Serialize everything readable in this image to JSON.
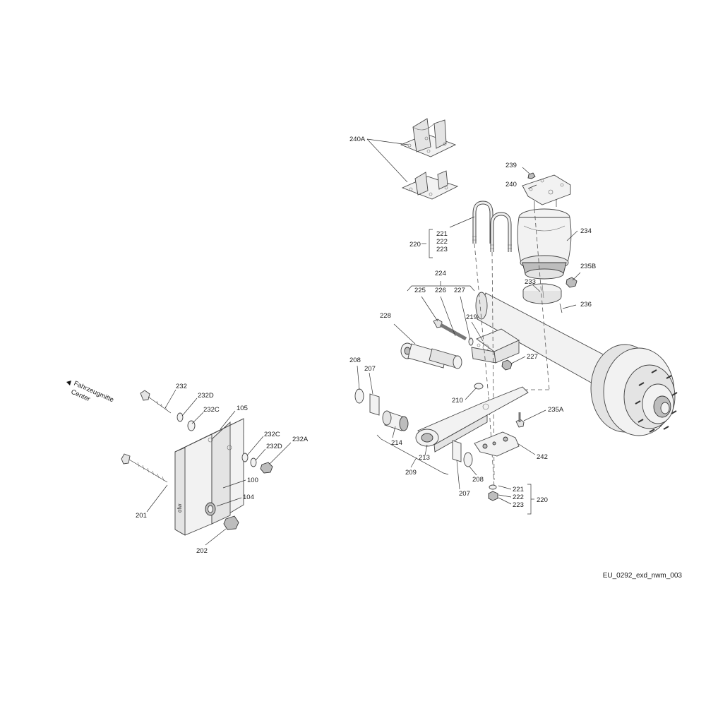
{
  "labels": {
    "l240A": "240A",
    "l239": "239",
    "l240": "240",
    "l220a": "220",
    "l221a": "221",
    "l222a": "222",
    "l223a": "223",
    "l234": "234",
    "l235B": "235B",
    "l224": "224",
    "l225": "225",
    "l226": "226",
    "l227a": "227",
    "l233": "233",
    "l236": "236",
    "l228": "228",
    "l219": "219",
    "l227b": "227",
    "l208a": "208",
    "l207a": "207",
    "l210": "210",
    "l235A": "235A",
    "l214": "214",
    "l213": "213",
    "l242": "242",
    "l209": "209",
    "l208b": "208",
    "l207b": "207",
    "l221b": "221",
    "l222b": "222",
    "l223b": "223",
    "l220b": "220",
    "l232": "232",
    "l232D1": "232D",
    "l232C1": "232C",
    "l105": "105",
    "l232C2": "232C",
    "l232A": "232A",
    "l232D2": "232D",
    "l100": "100",
    "l104": "104",
    "l201": "201",
    "l202": "202"
  },
  "direction": {
    "line1": "Fahrzeugmitte",
    "line2": "Center"
  },
  "bracket_stamp": "ofw",
  "drawing_ref": "EU_0292_exd_nwm_003"
}
